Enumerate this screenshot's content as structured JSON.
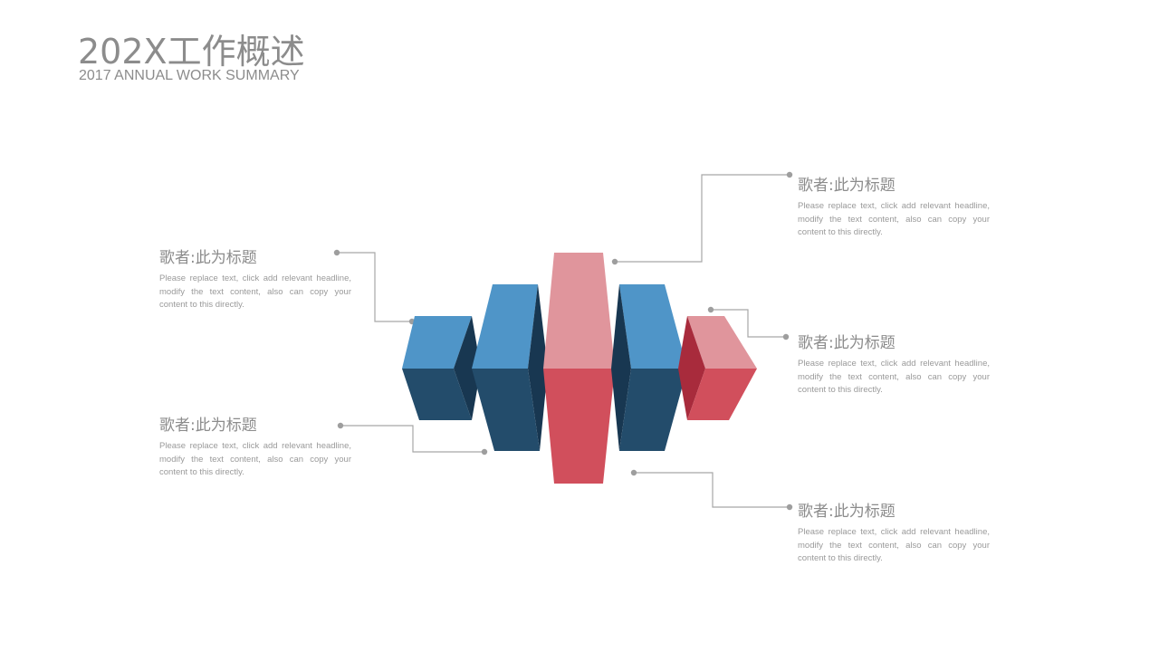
{
  "header": {
    "title": "202X工作概述",
    "subtitle": "2017 ANNUAL WORK SUMMARY"
  },
  "callouts": [
    {
      "heading": "歌者:此为标题",
      "body": "Please replace text, click add relevant headline, modify the text content, also can copy your content to this directly."
    },
    {
      "heading": "歌者:此为标题",
      "body": "Please replace text, click add relevant headline, modify the text content, also can copy your content to this directly."
    },
    {
      "heading": "歌者:此为标题",
      "body": "Please replace text, click add relevant headline, modify the text content, also can copy your content to this directly."
    },
    {
      "heading": "歌者:此为标题",
      "body": "Please replace text, click add relevant headline, modify the text content, also can copy your content to this directly."
    },
    {
      "heading": "歌者:此为标题",
      "body": "Please replace text, click add relevant headline, modify the text content, also can copy your content to this directly."
    }
  ],
  "colors": {
    "blue_top": "#4f95c8",
    "blue_front": "#234c6b",
    "blue_side": "#183751",
    "red_top": "#e0959c",
    "red_front": "#d14f5c",
    "red_side": "#a82b3c",
    "connector": "#9e9e9e",
    "text_gray": "#8c8c8c"
  }
}
